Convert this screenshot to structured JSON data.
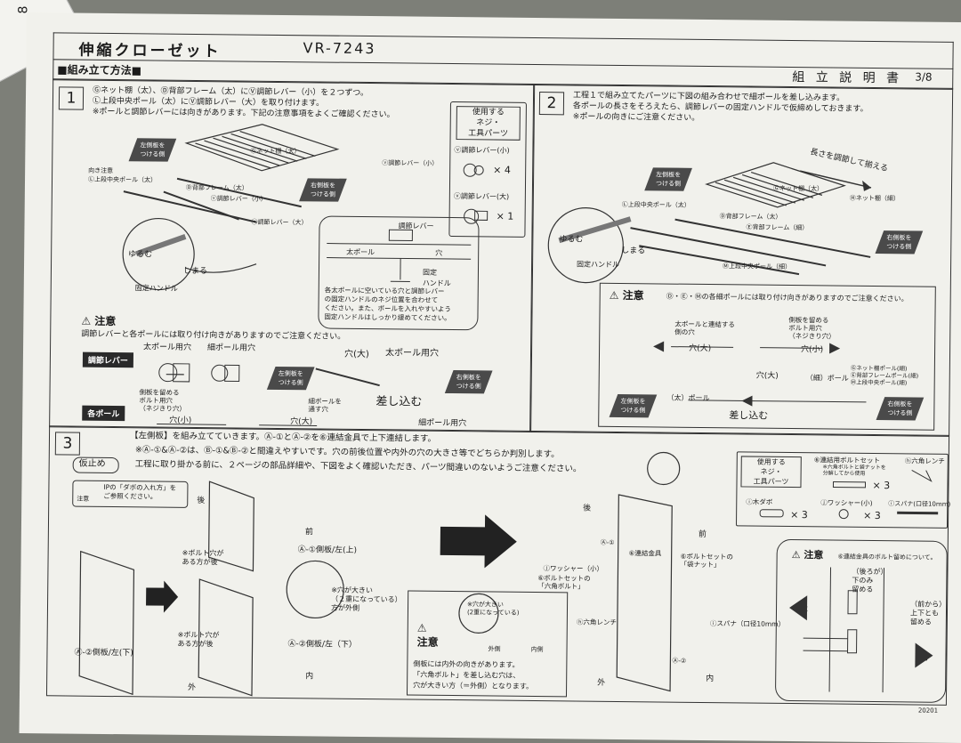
{
  "corner_number": "8",
  "header": {
    "title": "伸縮クローゼット",
    "model": "VR-7243",
    "method": "■組み立て方法■",
    "manual": "組 立 説 明 書",
    "page": "3/8"
  },
  "step1": {
    "num": "1",
    "lines": [
      "Ⓖネット棚（太）、Ⓓ背部フレーム（太）にⓋ調節レバー（小）を２つずつ。",
      "Ⓛ上段中央ポール（太）にⓋ調節レバー（大）を取り付けます。",
      "※ポールと調節レバーには向きがあります。下記の注意事項をよくご確認ください。"
    ],
    "parts_title": "使用する\nネジ・\n工具パーツ",
    "part1": "ⓥ調節レバー(小)",
    "qty1": "× 4",
    "part2": "ⓥ調節レバー(大)",
    "qty2": "× 1",
    "labels": {
      "net_shelf": "Ⓖネット棚（太）",
      "lever_small": "ⓥ調節レバー（小）",
      "upper_pole": "Ⓛ上段中央ポール（太）",
      "back_frame": "Ⓓ背部フレーム（太）",
      "lever_large": "ⓥ調節レバー（大）",
      "loosen": "ゆるむ",
      "tighten": "しまる",
      "handle": "固定ハンドル",
      "left": "左側板を\nつける側",
      "right": "右側板を\nつける側",
      "direction_note": "向き注意"
    },
    "inset": {
      "lever": "調節レバー",
      "pole": "太ポール",
      "hole": "穴",
      "fix": "固定\nハンドル",
      "note": [
        "各太ポールに空いている穴と調節レバー",
        "の固定ハンドルのネジ位置を合わせて",
        "ください。また、ポールを入れやすいよう",
        "固定ハンドルはしっかり緩めてください。"
      ]
    },
    "caution_title": "注意",
    "caution_text": "調節レバーと各ポールには取り付け向きがありますのでご注意ください。",
    "lever_label": "調節レバー",
    "thick_hole": "太ポール用穴",
    "thin_hole": "細ポール用穴",
    "pole_label": "各ポール",
    "side_note": "側板を留める\nボルト用穴\n（ネジきり穴）",
    "hole_small": "穴(小)",
    "hole_large": "穴(大)",
    "insert_thin": "細ポールを\n通す穴",
    "insert": "差し込む",
    "thin_pole_hole": "細ポール用穴",
    "thick_hole2": "太ポール用穴"
  },
  "step2": {
    "num": "2",
    "lines": [
      "工程１で組み立てたパーツに下図の組み合わせで細ポールを差し込みます。",
      "各ポールの長さをそろえたら、調節レバーの固定ハンドルで仮締めしておきます。",
      "※ポールの向きにご注意ください。"
    ],
    "labels": {
      "adjust": "長さを調節して揃える",
      "net": "Ⓖネット棚（太）",
      "net_thin": "Ⓗネット棚（細）",
      "upper": "Ⓛ上段中央ポール（太）",
      "back": "Ⓓ背部フレーム（太）",
      "back_thin": "Ⓔ背部フレーム（細）",
      "upper_thin": "Ⓜ上段中央ポール（細）",
      "loosen": "ゆるむ",
      "tighten": "しまる",
      "handle": "固定ハンドル",
      "left": "左側板を\nつける側",
      "right": "右側板を\nつける側"
    },
    "caution_title": "注意",
    "caution_text": "Ⓓ・Ⓔ・Ⓜの各細ポールには取り付け向きがありますのでご注意ください。",
    "c1": "太ポールと連結する\n側の穴",
    "c2": "側板を留める\nボルト用穴\n（ネジきり穴）",
    "hole_large": "穴(大)",
    "hole_small": "穴(小)",
    "thin": "（細）ポール",
    "thick": "（太）ポール",
    "parts": "Ⓖネット棚ポール(細)\nⒺ背部フレームポール(細)\nⓂ上段中央ポール(細)",
    "insert": "差し込む",
    "left": "左側板を\nつける側",
    "right": "右側板を\nつける側"
  },
  "step3": {
    "num": "3",
    "lines": [
      "【左側板】を組み立てていきます。Ⓐ-①とⒶ-②を⑥連結金具で上下連結します。",
      "※Ⓐ-①&Ⓐ-②は、Ⓑ-①&Ⓑ-②と間違えやすいです。穴の前後位置や内外の穴の大きさ等でどちらか判別します。",
      "工程に取り掛かる前に、２ページの部品詳細や、下図をよく確認いただき、パーツ間違いのないようご注意ください。"
    ],
    "pre": "仮止め",
    "note": "IPの「ダボの入れ方」を\nご参照ください。",
    "note_label": "注意",
    "parts_title": "使用する\nネジ・\n工具パーツ",
    "p1": "⑥連結用ボルトセット",
    "p1sub": "※六角ボルトと袋ナットを\n分解してから使用",
    "q1": "× 3",
    "p2": "ⓗ六角レンチ",
    "p3": "ⓘ木ダボ",
    "q3": "× 3",
    "p4": "ⓙワッシャー(小)",
    "q4": "× 3",
    "p5": "ⓘスパナ(口径10mm)",
    "labels": {
      "back": "後",
      "front": "前",
      "a1": "Ⓐ-①側板/左(上)",
      "a2": "Ⓐ-②側板/左(下)",
      "a2b": "Ⓐ-②側板/左（下）",
      "bolt_hole": "※ボルト穴が\nある方が後",
      "bolt_hole2": "※ボルト穴が\nある方が後",
      "big": "※穴が大きい\n（２重になっている）\n方が外側",
      "in": "内",
      "out": "外",
      "washer": "ⓙワッシャー（小）",
      "bolt": "⑥ボルトセットの\n「六角ボルト」",
      "nut": "⑥ボルトセットの\n「袋ナット」",
      "wrench": "ⓗ六角レンチ",
      "spanner": "ⓘスパナ（口径10mm）",
      "joint": "⑥連結金具",
      "a2c": "Ⓐ-②",
      "a1c": "Ⓐ-①",
      "bigc": "※穴が大きい\n(2重になっている)",
      "out_side": "外側",
      "in_side": "内側"
    },
    "caution2_title": "注意",
    "caution2": [
      "側板には内外の向きがあります。",
      "「六角ボルト」を差し込む穴は、",
      "穴が大きい方（＝外側）となります。"
    ],
    "caution3_title": "注意",
    "caution3": "⑥連結金具のボルト留めについて。",
    "c3a": "（後ろが）\n下のみ\n留める",
    "c3b": "（前から）\n上下とも\n留める",
    "c3back": "後",
    "c3front": "前"
  },
  "footer_code": "20201"
}
